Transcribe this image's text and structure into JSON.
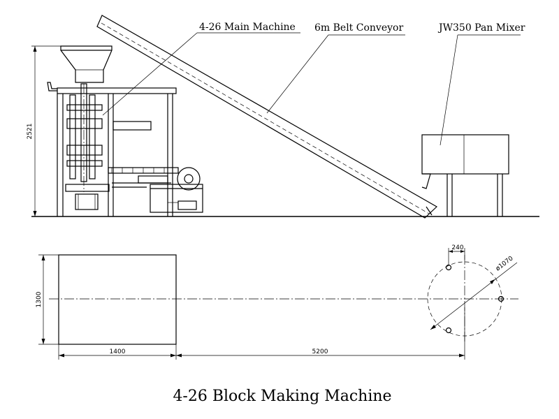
{
  "labels": {
    "main_machine": "4-26 Main Machine",
    "conveyor": "6m Belt Conveyor",
    "mixer": "JW350 Pan Mixer"
  },
  "dimensions": {
    "height_side": "2521",
    "width_plan": "1300",
    "length_machine": "1400",
    "length_span": "5200",
    "bolt_spacing": "240",
    "mixer_diameter": "ø1070"
  },
  "title": "4-26 Block Making Machine"
}
